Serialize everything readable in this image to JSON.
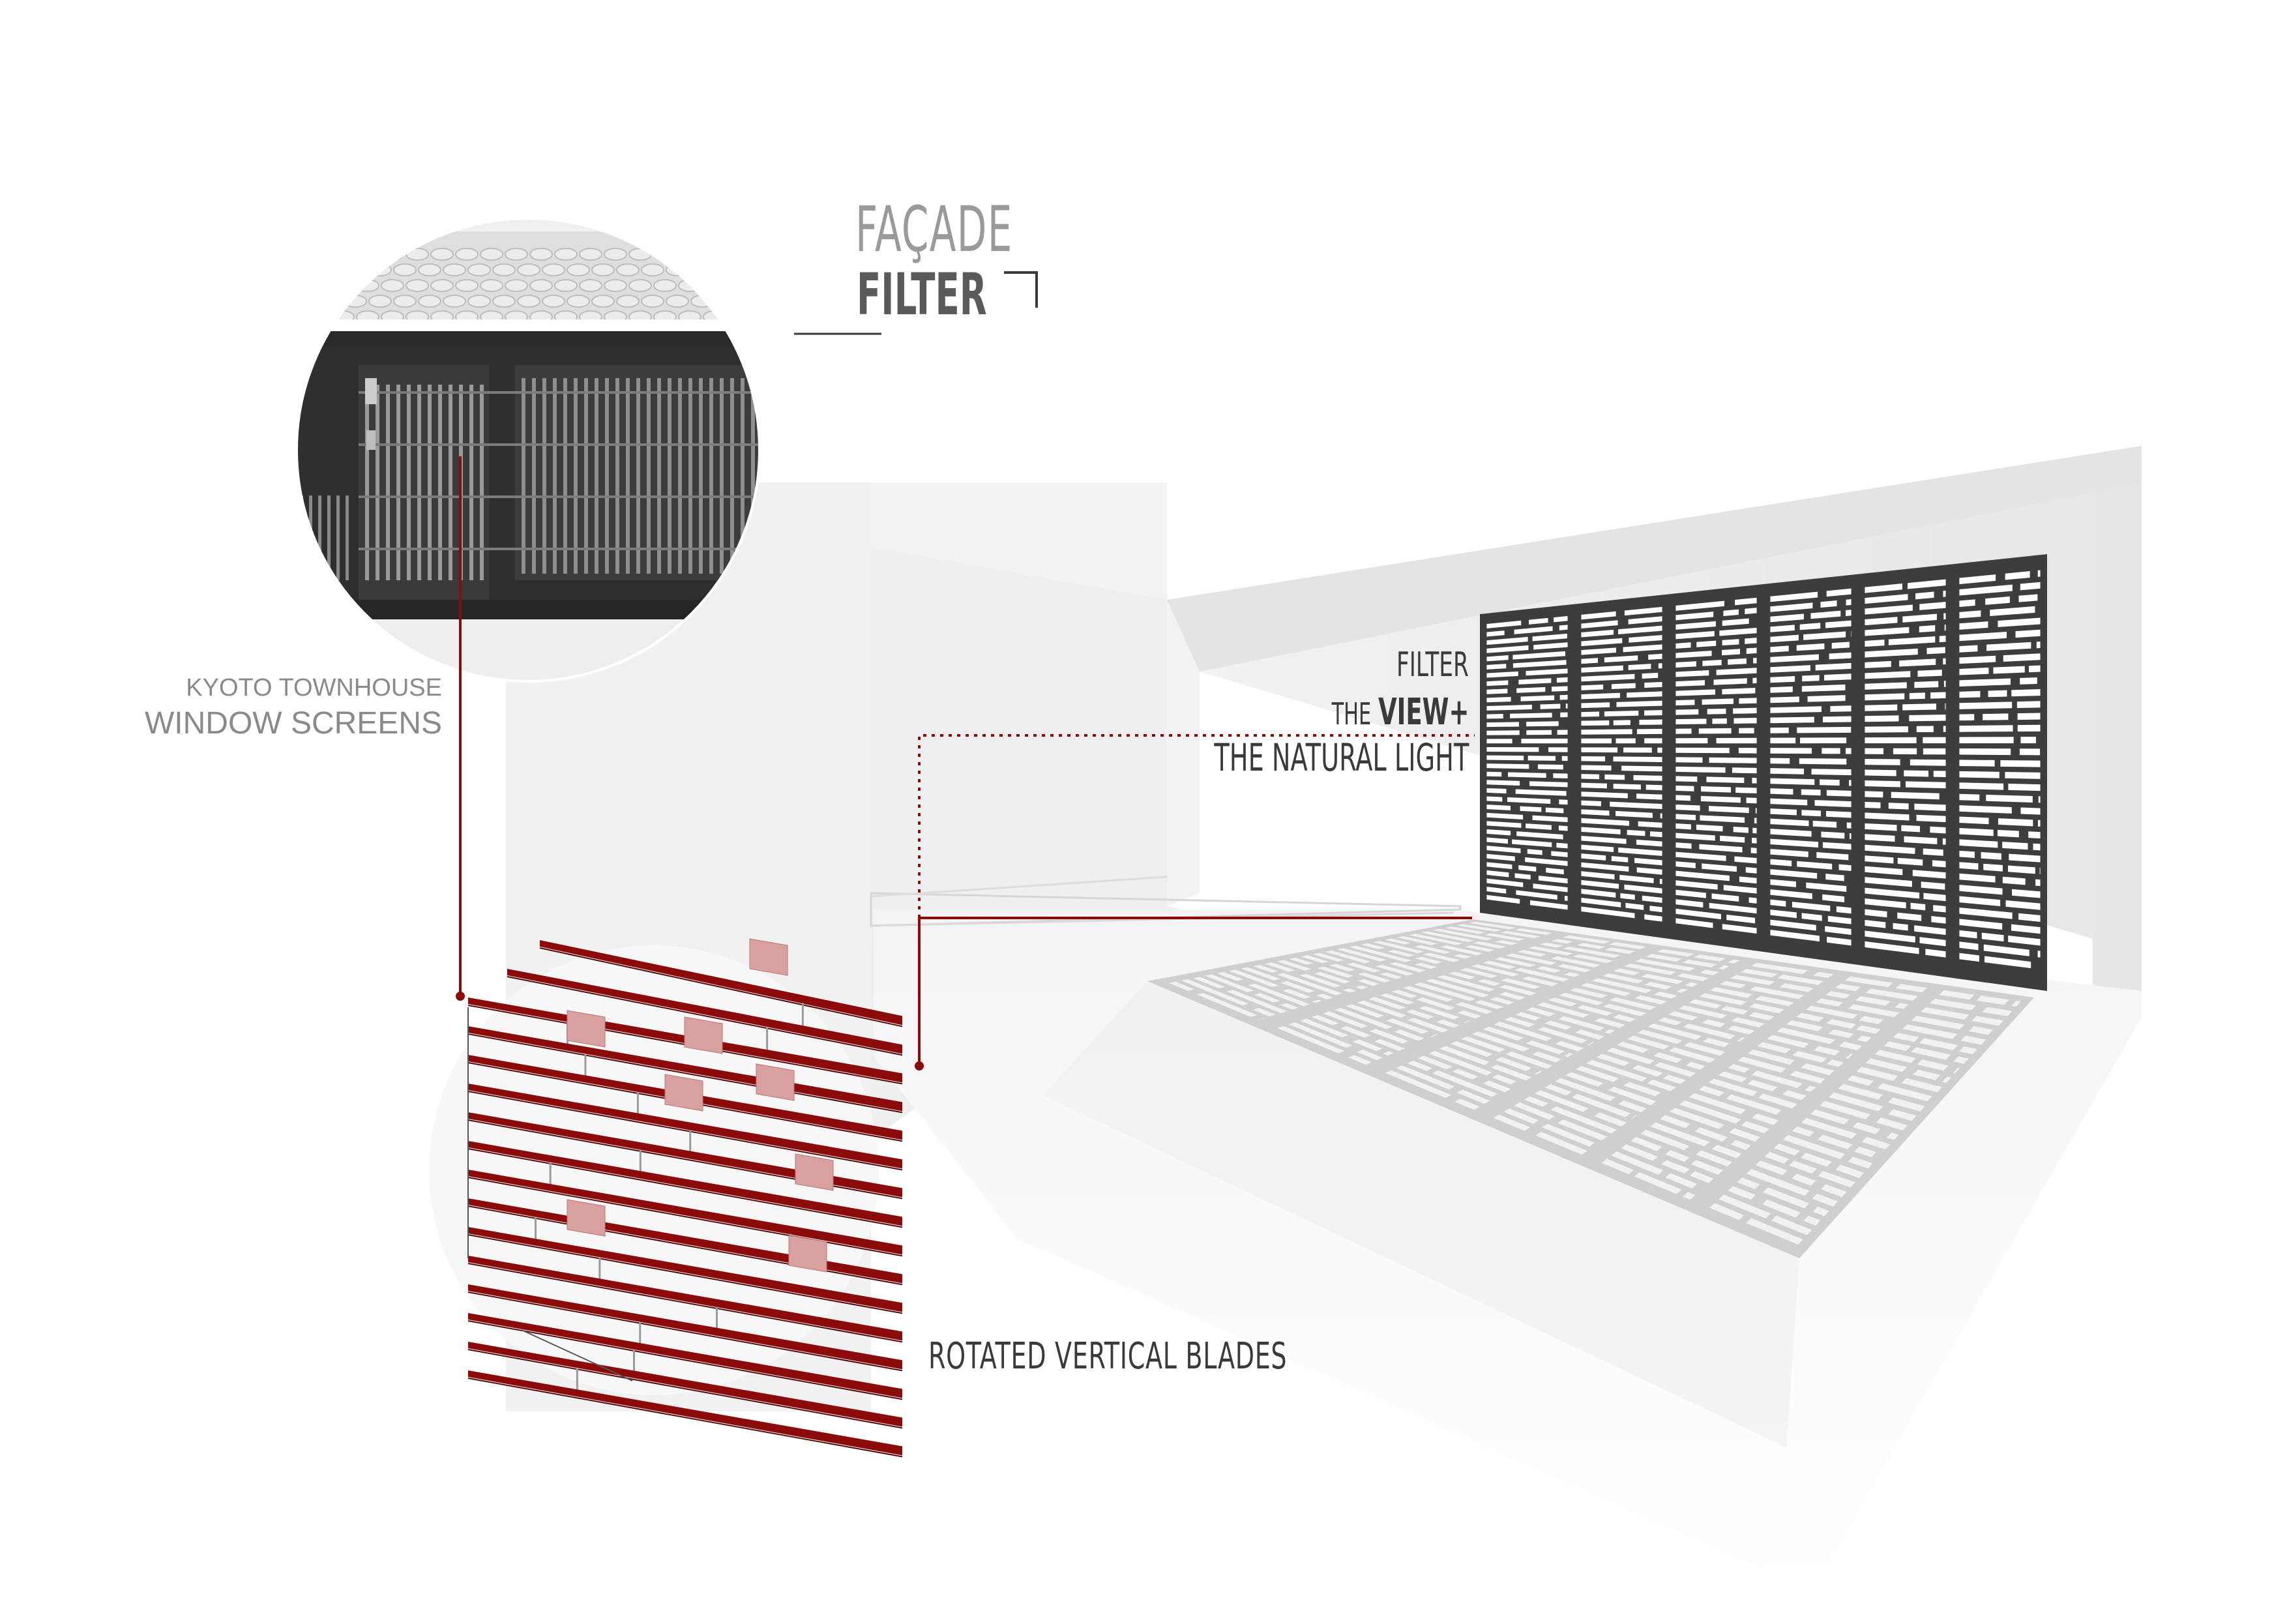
{
  "title": {
    "line1": "FAÇADE",
    "line2": "FILTER"
  },
  "inset_label": {
    "line1": "KYOTO TOWNHOUSE",
    "line2": "WINDOW SCREENS"
  },
  "filter_label": {
    "line1": "FILTER",
    "line2_small": "THE",
    "line2_big": "VIEW+",
    "line3": "THE NATURAL LIGHT"
  },
  "blades_label": "ROTATED VERTICAL BLADES",
  "colors": {
    "accent_red": "#8b0a0a",
    "blade_highlight": "#d9a0a0",
    "screen_dark": "#3d3d3d",
    "shadow_grey": "#cfcfcf",
    "wall_grey": "#ededed",
    "text_dark": "#3a3a3a",
    "text_grey": "#8a8a8a"
  },
  "icons": [
    "kyoto-townhouse-photo-icon"
  ]
}
